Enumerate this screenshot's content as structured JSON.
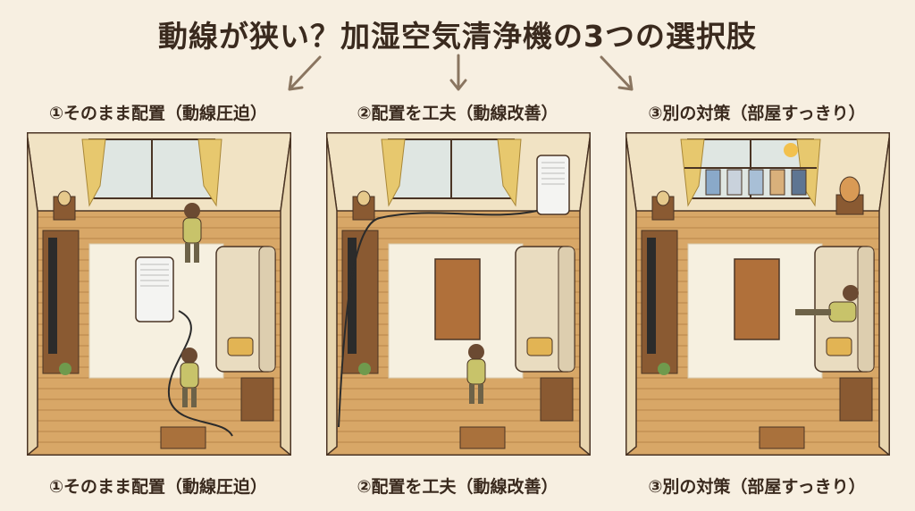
{
  "title": "動線が狭い？加湿空気清浄機の3つの選択肢",
  "panels": [
    {
      "label": "①そのまま配置（動線圧迫）",
      "caption": "①そのまま配置（動線圧迫）",
      "variant": "purifier-center"
    },
    {
      "label": "②配置を工夫（動線改善）",
      "caption": "②配置を工夫（動線改善）",
      "variant": "purifier-corner"
    },
    {
      "label": "③別の対策（部屋すっきり）",
      "caption": "③別の対策（部屋すっきり）",
      "variant": "alternative"
    }
  ],
  "colors": {
    "background": "#f7efe1",
    "wall": "#f1e3c4",
    "floor": "#d8a767",
    "outline": "#4a3424",
    "rug": "#f6f0e0",
    "furniture": "#8a5a32",
    "sofa": "#e9dcc0",
    "arrow": "#8a7560"
  }
}
